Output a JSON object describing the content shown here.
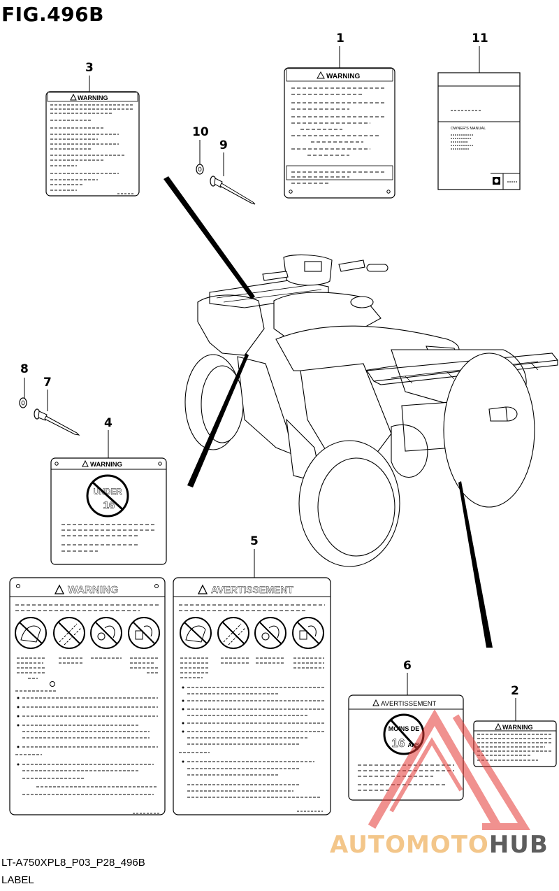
{
  "figure": {
    "title": "FIG.496B",
    "code": "LT-A750XPL8_P03_P28_496B",
    "name": "LABEL"
  },
  "callouts": [
    "1",
    "2",
    "3",
    "4",
    "5",
    "6",
    "7",
    "8",
    "9",
    "10",
    "11"
  ],
  "labels": {
    "warning": "WARNING",
    "avertissement": "AVERTISSEMENT",
    "owners_manual": "OWNER'S MANUAL",
    "under": "UNDER",
    "age": "16",
    "moins_de": "MOINS DE",
    "ans": "ANS"
  },
  "watermark": {
    "part1": "AUTOMOTO",
    "part2": "HUB",
    "color_primary": "#f3c68a",
    "color_secondary": "#5d5d5d",
    "triangle_color": "#e53935"
  }
}
